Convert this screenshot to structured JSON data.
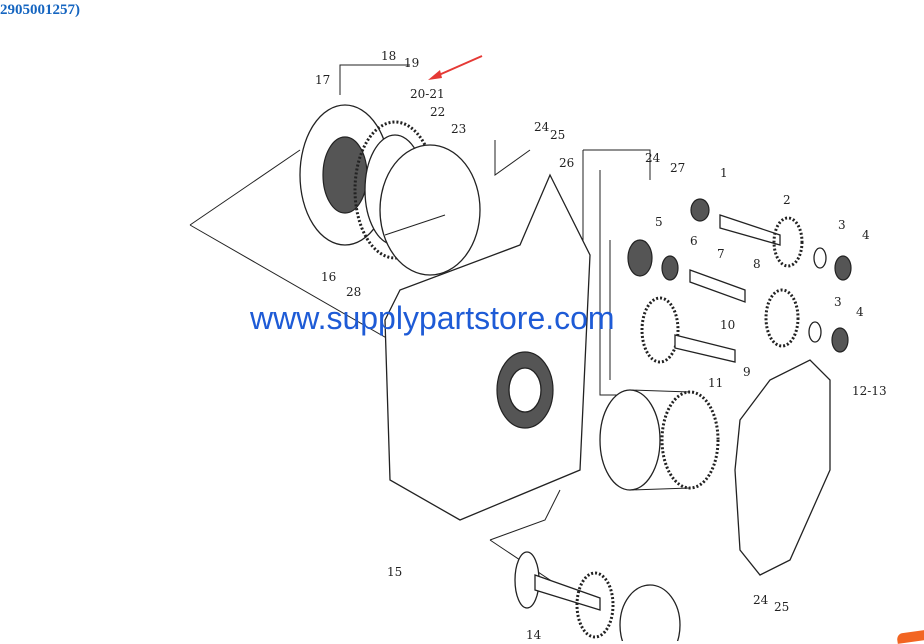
{
  "title_fragment": "2905001257)",
  "watermark": "www.supplypartstore.com",
  "colors": {
    "title": "#1565c0",
    "watermark": "#1e5bd6",
    "arrow": "#e53935",
    "corner_tab": "#f26522"
  },
  "part_labels": [
    "18",
    "19",
    "17",
    "20-21",
    "22",
    "23",
    "24",
    "25",
    "26",
    "24",
    "27",
    "1",
    "2",
    "3",
    "4",
    "5",
    "6",
    "7",
    "8",
    "3",
    "4",
    "10",
    "9",
    "11",
    "12-13",
    "16",
    "28",
    "15",
    "24",
    "25",
    "14"
  ]
}
